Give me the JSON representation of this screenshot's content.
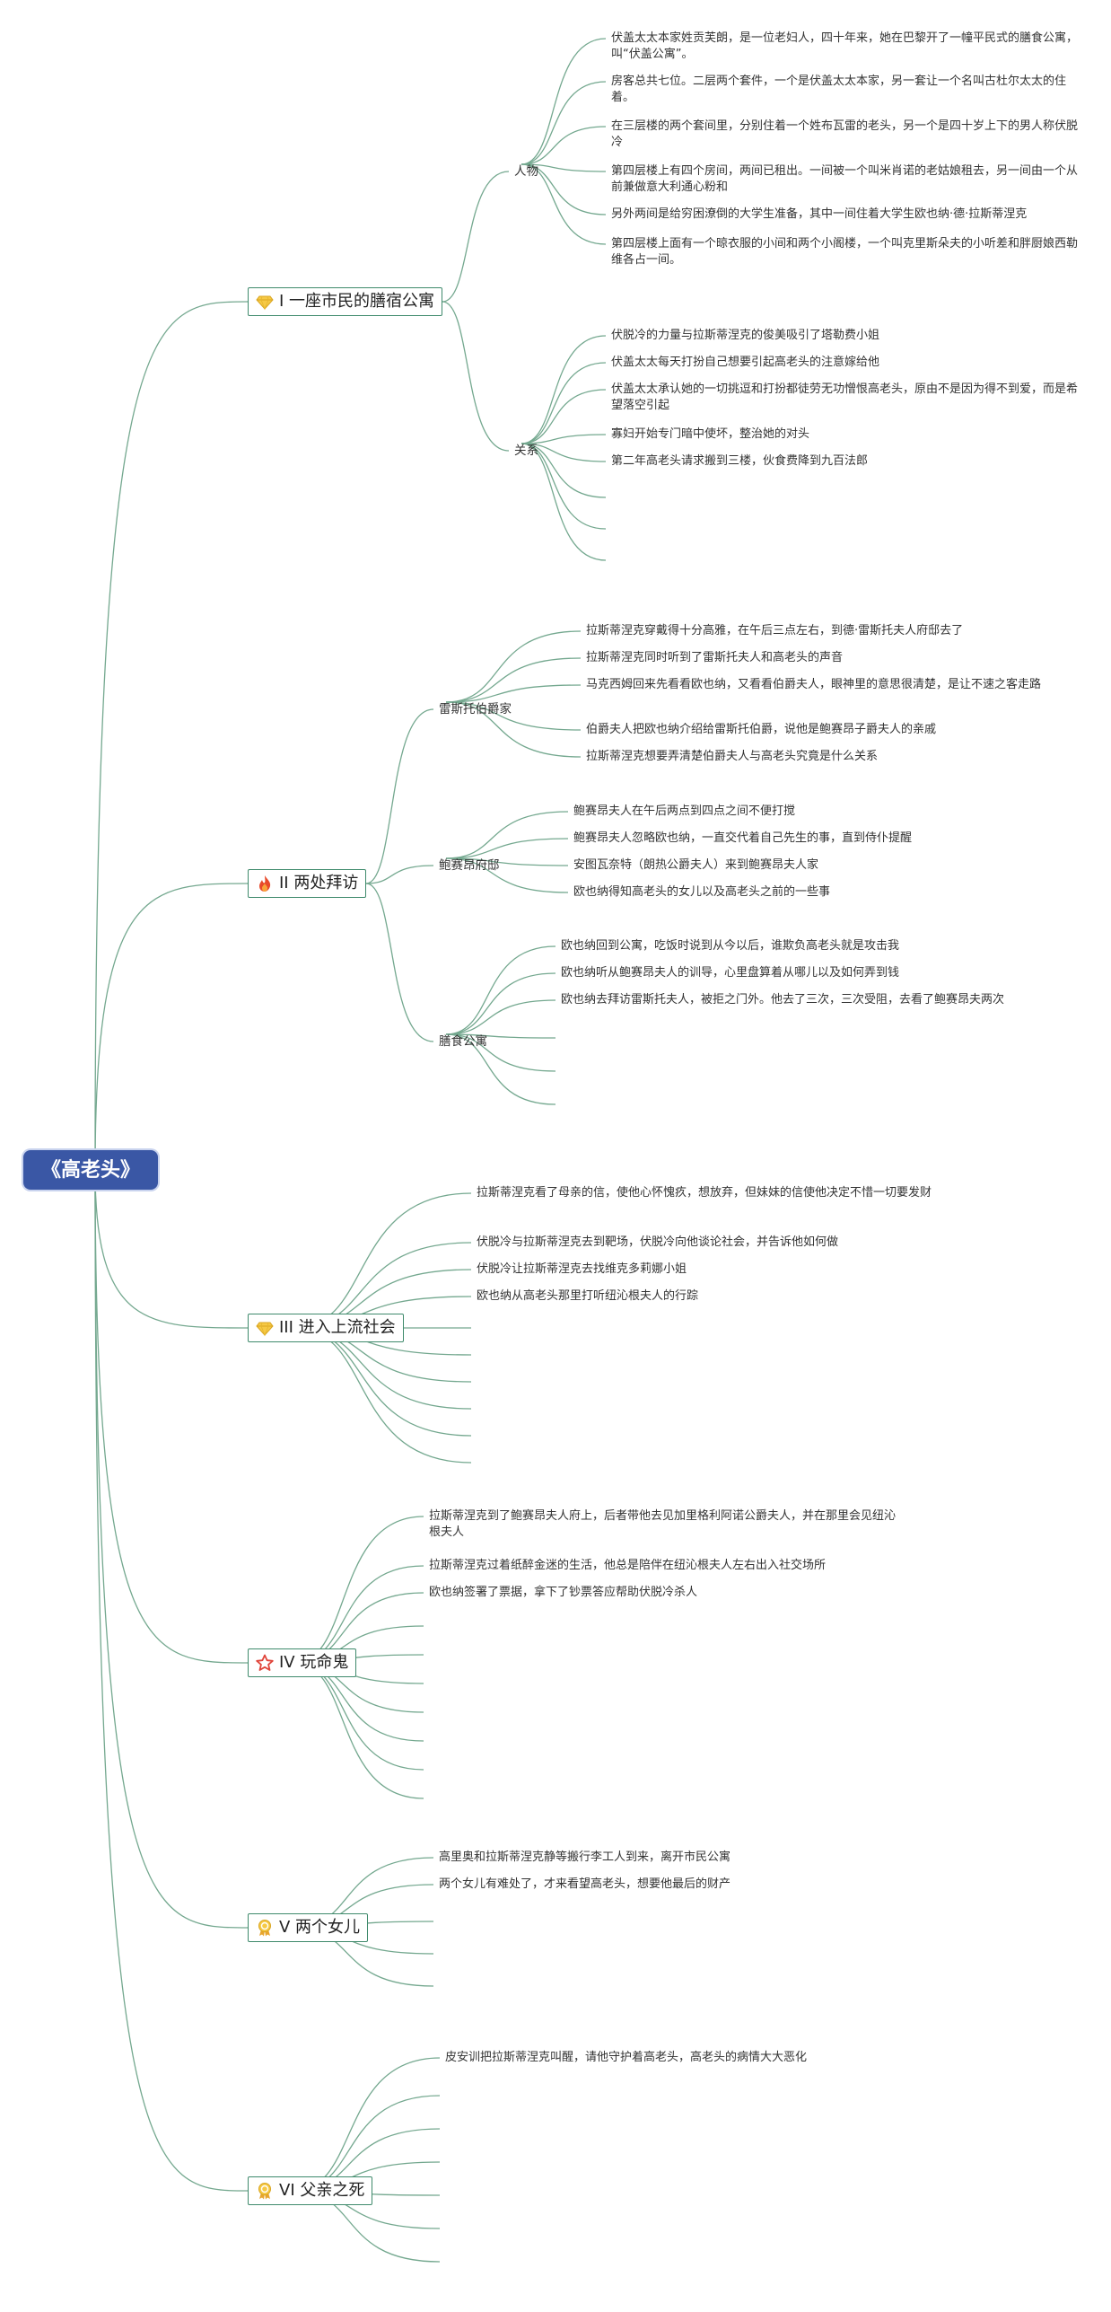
{
  "root": "《高老头》",
  "topics": [
    {
      "id": "t1",
      "icon": "gem-icon",
      "label": "I 一座市民的膳宿公寓",
      "subs": [
        {
          "label": "人物",
          "items": [
            "伏盖太太本家姓贡芙朗，是一位老妇人，四十年来，她在巴黎开了一幢平民式的膳食公寓，叫“伏盖公寓”。",
            "房客总共七位。二层两个套件，一个是伏盖太太本家，另一套让一个名叫古杜尔太太的住着。",
            "在三层楼的两个套间里，分别住着一个姓布瓦雷的老头，另一个是四十岁上下的男人称伏脱冷",
            "第四层楼上有四个房间，两间已租出。一间被一个叫米肖诺的老姑娘租去，另一间由一个从前兼做意大利通心粉和",
            "另外两间是给穷困潦倒的大学生准备，其中一间住着大学生欧也纳·德·拉斯蒂涅克",
            "第四层楼上面有一个晾衣服的小间和两个小阁楼，一个叫克里斯朵夫的小听差和胖厨娘西勒维各占一间。"
          ]
        },
        {
          "label": "关系",
          "items": [
            "伏脱冷的力量与拉斯蒂涅克的俊美吸引了塔勒费小姐",
            "伏盖太太每天打扮自己想要引起高老头的注意嫁给他",
            "伏盖太太承认她的一切挑逗和打扮都徒劳无功憎恨高老头，原由不是因为得不到爱，而是希望落空引起",
            "寡妇开始专门暗中使坏，整治她的对头",
            "第二年高老头请求搬到三楼，伙食费降到九百法郎",
            "",
            "",
            ""
          ]
        }
      ]
    },
    {
      "id": "t2",
      "icon": "fire-icon",
      "label": "II 两处拜访",
      "subs": [
        {
          "label": "雷斯托伯爵家",
          "items": [
            "拉斯蒂涅克穿戴得十分高雅，在午后三点左右，到德·雷斯托夫人府邸去了",
            "拉斯蒂涅克同时听到了雷斯托夫人和高老头的声音",
            "马克西姆回来先看看欧也纳，又看看伯爵夫人，眼神里的意思很清楚，是让不速之客走路",
            "伯爵夫人把欧也纳介绍给雷斯托伯爵，说他是鲍赛昂子爵夫人的亲戚",
            "拉斯蒂涅克想要弄清楚伯爵夫人与高老头究竟是什么关系"
          ]
        },
        {
          "label": "鲍赛昂府邸",
          "items": [
            "鲍赛昂夫人在午后两点到四点之间不便打搅",
            "鲍赛昂夫人忽略欧也纳，一直交代着自己先生的事，直到侍仆提醒",
            "安图瓦奈特（朗热公爵夫人）来到鲍赛昂夫人家",
            "欧也纳得知高老头的女儿以及高老头之前的一些事"
          ]
        },
        {
          "label": "膳食公寓",
          "items": [
            "欧也纳回到公寓，吃饭时说到从今以后，谁欺负高老头就是攻击我",
            "欧也纳听从鲍赛昂夫人的训导，心里盘算着从哪儿以及如何弄到钱",
            "欧也纳去拜访雷斯托夫人，被拒之门外。他去了三次，三次受阻，去看了鲍赛昂夫两次",
            "",
            "",
            ""
          ]
        }
      ]
    },
    {
      "id": "t3",
      "icon": "gem-icon",
      "label": "III 进入上流社会",
      "items": [
        "拉斯蒂涅克看了母亲的信，使他心怀愧疚，想放弃，但妹妹的信使他决定不惜一切要发财",
        "伏脱冷与拉斯蒂涅克去到靶场，伏脱冷向他谈论社会，并告诉他如何做",
        "伏脱冷让拉斯蒂涅克去找维克多莉娜小姐",
        "欧也纳从高老头那里打听纽沁根夫人的行踪",
        "",
        "",
        "",
        "",
        "",
        ""
      ]
    },
    {
      "id": "t4",
      "icon": "star-icon",
      "label": "IV 玩命鬼",
      "items": [
        "拉斯蒂涅克到了鲍赛昂夫人府上，后者带他去见加里格利阿诺公爵夫人，并在那里会见纽沁根夫人",
        "拉斯蒂涅克过着纸醉金迷的生活，他总是陪伴在纽沁根夫人左右出入社交场所",
        "欧也纳签署了票据，拿下了钞票答应帮助伏脱冷杀人",
        "",
        "",
        "",
        "",
        "",
        "",
        ""
      ]
    },
    {
      "id": "t5",
      "icon": "award-icon",
      "label": "V 两个女儿",
      "items": [
        "高里奥和拉斯蒂涅克静等搬行李工人到来，离开市民公寓",
        "两个女儿有难处了，才来看望高老头，想要他最后的财产",
        "",
        "",
        ""
      ]
    },
    {
      "id": "t6",
      "icon": "award-icon",
      "label": "VI 父亲之死",
      "items": [
        "皮安训把拉斯蒂涅克叫醒，请他守护着高老头，高老头的病情大大恶化",
        "",
        "",
        "",
        "",
        "",
        ""
      ]
    }
  ]
}
